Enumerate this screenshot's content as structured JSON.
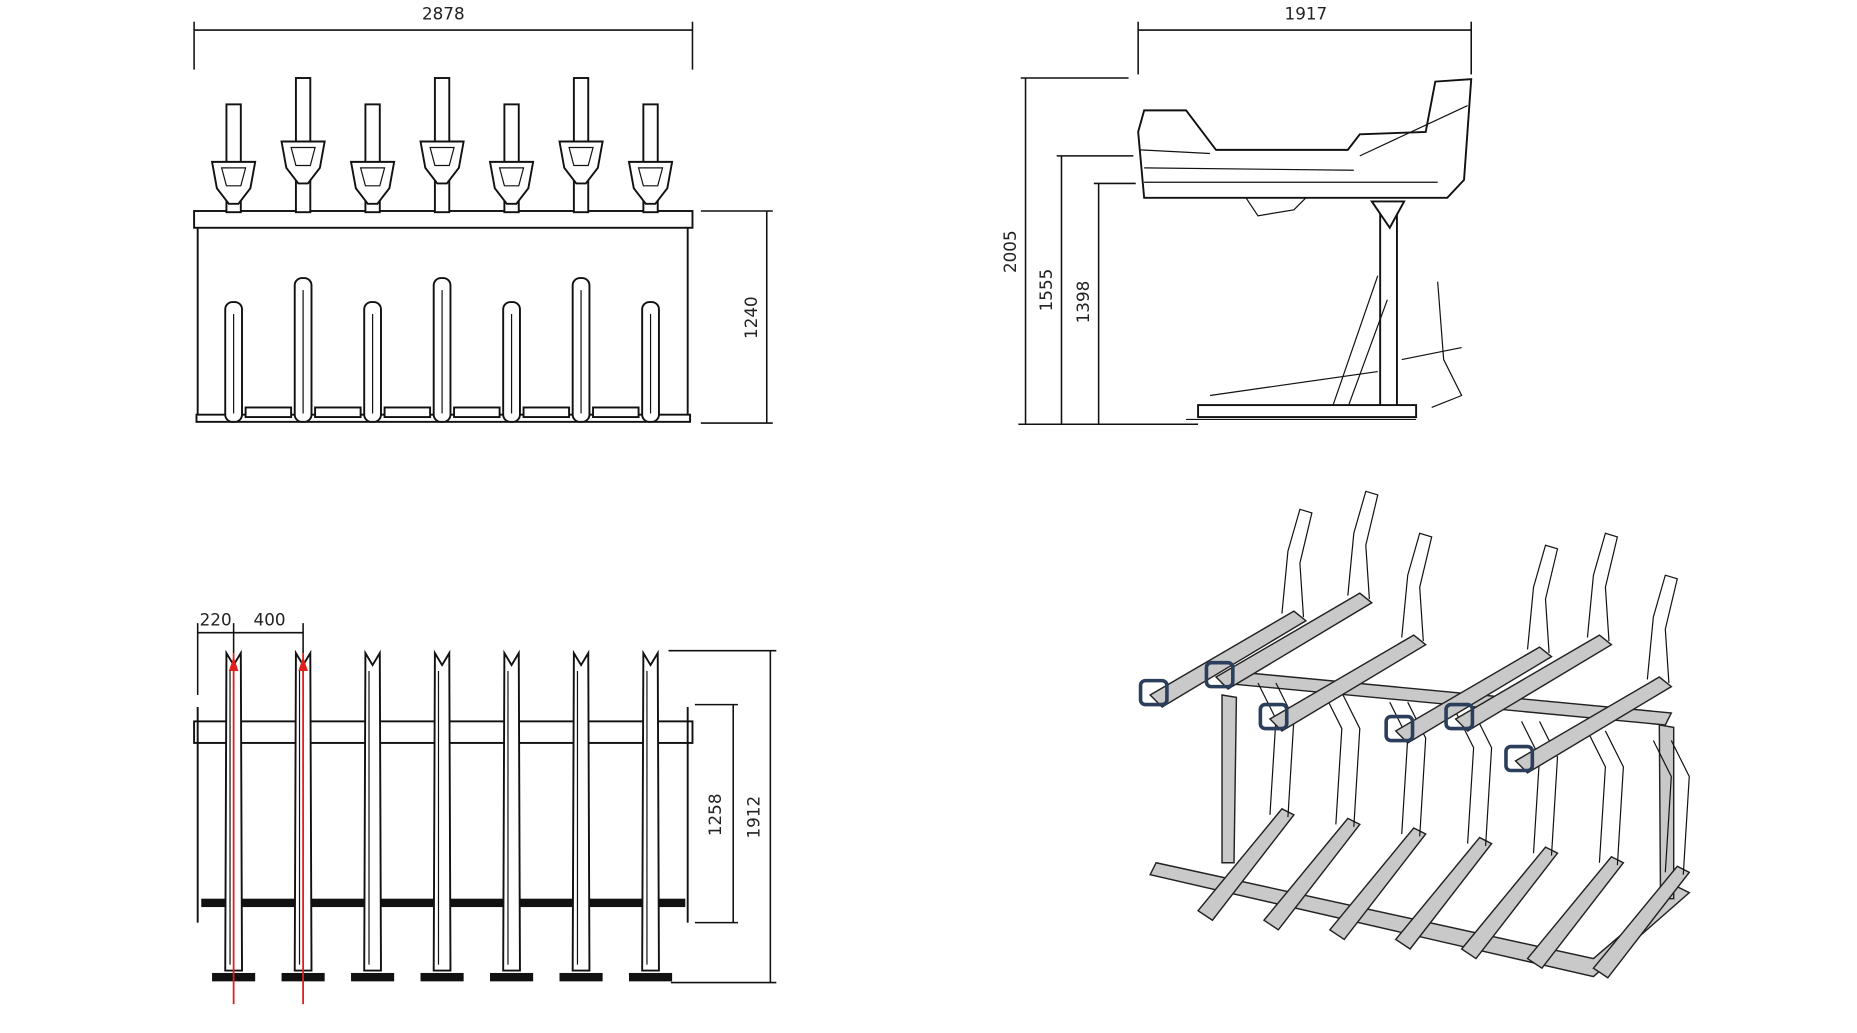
{
  "views": {
    "front": {
      "width_label": "2878",
      "height_label": "1240",
      "bay_count": 7
    },
    "side": {
      "depth_label": "1917",
      "height_total_label": "2005",
      "height_mid_label": "1555",
      "height_low_label": "1398"
    },
    "plan": {
      "offset_label": "220",
      "pitch_label": "400",
      "inner_depth_label": "1258",
      "total_depth_label": "1912",
      "bay_count": 7
    },
    "isometric": {
      "upper_slots": 6
    }
  },
  "colors": {
    "line": "#111111",
    "highlight": "#e0201c",
    "handle": "#2b3f5c",
    "steel": "#c9c9c9"
  }
}
